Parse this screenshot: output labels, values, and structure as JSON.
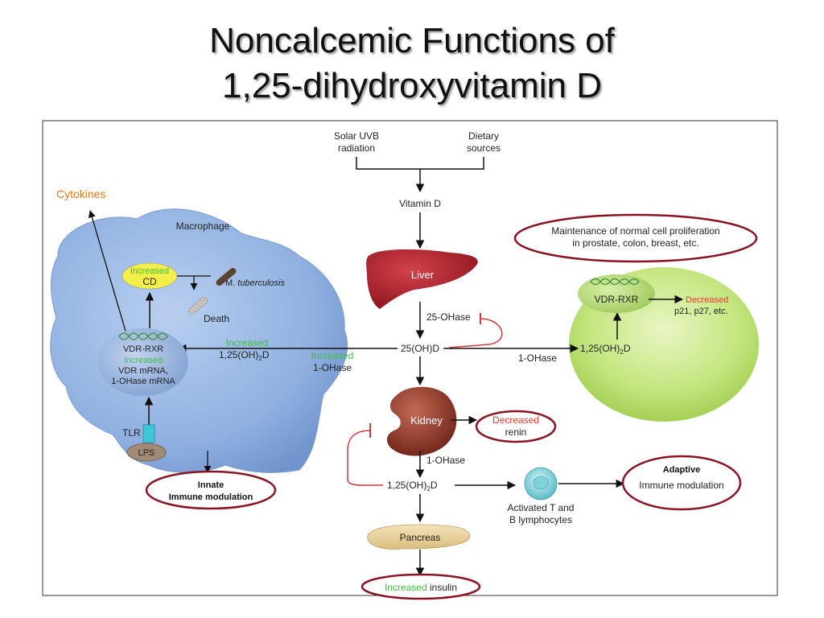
{
  "title": {
    "line1": "Noncalcemic Functions of",
    "line2": "1,25-dihydroxyvitamin D"
  },
  "sources": {
    "solar_line1": "Solar UVB",
    "solar_line2": "radiation",
    "dietary_line1": "Dietary",
    "dietary_line2": "sources"
  },
  "pathway": {
    "vitamin_d": "Vitamin D",
    "liver": "Liver",
    "ohase_25": "25-OHase",
    "ohd_25": "25(OH)D",
    "kidney": "Kidney",
    "ohase_1": "1-OHase",
    "calcitriol": "1,25(OH)",
    "calcitriol_sub": "2",
    "calcitriol_end": "D",
    "pancreas": "Pancreas",
    "insulin_increased": "Increased",
    "insulin_label": "insulin"
  },
  "kidney_effect": {
    "decreased": "Decreased",
    "renin": "renin"
  },
  "macrophage": {
    "label": "Macrophage",
    "cytokines": "Cytokines",
    "cd_increased": "Increased",
    "cd_label": "CD",
    "tb_prefix": "M.",
    "tb_name": "tuberculosis",
    "death": "Death",
    "vdr_rxr": "VDR-RXR",
    "vdr_increased": "Increased",
    "vdr_mrna": "VDR mRNA,",
    "ohase_mrna": "1-OHase mRNA",
    "increased_calcitriol": "Increased",
    "calcitriol": "1,25(OH)",
    "calcitriol_sub": "2",
    "calcitriol_end": "D",
    "increased_ohase": "Increased",
    "ohase": "1-OHase",
    "tlr": "TLR",
    "lps": "LPS"
  },
  "innate": {
    "line1": "Innate",
    "line2": "Immune modulation"
  },
  "cell": {
    "ohase": "1-OHase",
    "calcitriol": "1,25(OH)",
    "calcitriol_sub": "2",
    "calcitriol_end": "D",
    "vdr_rxr": "VDR-RXR",
    "decreased": "Decreased",
    "targets": "p21, p27, etc.",
    "maintenance_line1": "Maintenance of normal cell proliferation",
    "maintenance_line2": "in prostate, colon, breast, etc."
  },
  "lymphocytes": {
    "line1": "Activated T and",
    "line2": "B lymphocytes"
  },
  "adaptive": {
    "line1": "Adaptive",
    "line2": "Immune modulation"
  },
  "colors": {
    "increased_green": "#3fbf3f",
    "decreased_red": "#e53b2f",
    "cytokines_orange": "#e07a1a",
    "oval_outline": "#8b1424",
    "macrophage_blue": "#8fb0e0",
    "cell_green": "#b5dc66"
  }
}
